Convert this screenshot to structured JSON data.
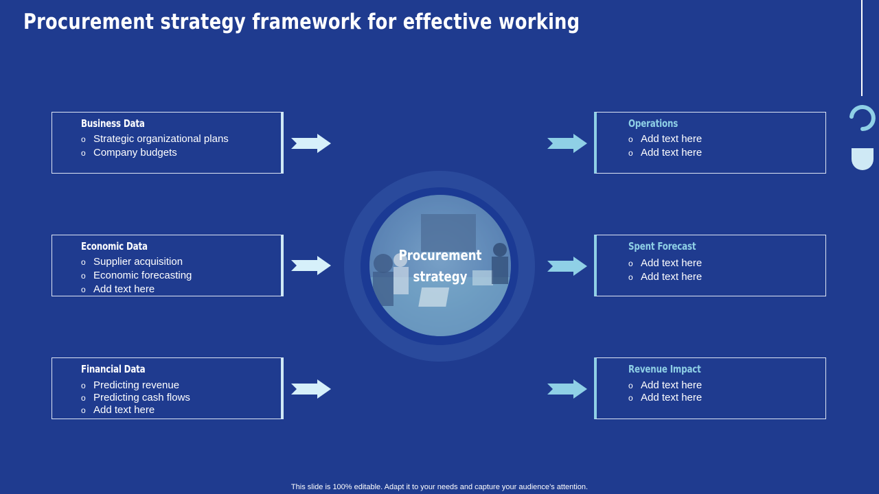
{
  "title": "Procurement strategy framework for effective working",
  "center": {
    "line1": "Procurement",
    "line2": "strategy"
  },
  "left_boxes": [
    {
      "heading": "Business Data",
      "items": [
        "Strategic organizational plans",
        "Company budgets"
      ]
    },
    {
      "heading": "Economic Data",
      "items": [
        "Supplier acquisition",
        "Economic forecasting",
        "Add text here"
      ]
    },
    {
      "heading": "Financial Data",
      "items": [
        "Predicting revenue",
        "Predicting cash flows",
        "Add text here"
      ]
    }
  ],
  "right_boxes": [
    {
      "heading": "Operations",
      "items": [
        "Add text here",
        "Add text here"
      ]
    },
    {
      "heading": "Spent Forecast",
      "items": [
        "Add text here",
        "Add text here"
      ]
    },
    {
      "heading": "Revenue Impact",
      "items": [
        "Add text here",
        "Add text here"
      ]
    }
  ],
  "bullet_symbol": "o",
  "footer": "This slide is 100% editable. Adapt it to your needs and capture your audience’s attention.",
  "colors": {
    "background": "#1f3b8f",
    "accent_light": "#cfe9f5",
    "accent_cyan": "#8fd0e6",
    "text": "#ffffff"
  },
  "icons": [
    "arrow-right-icon",
    "decorative-hook-icon"
  ]
}
